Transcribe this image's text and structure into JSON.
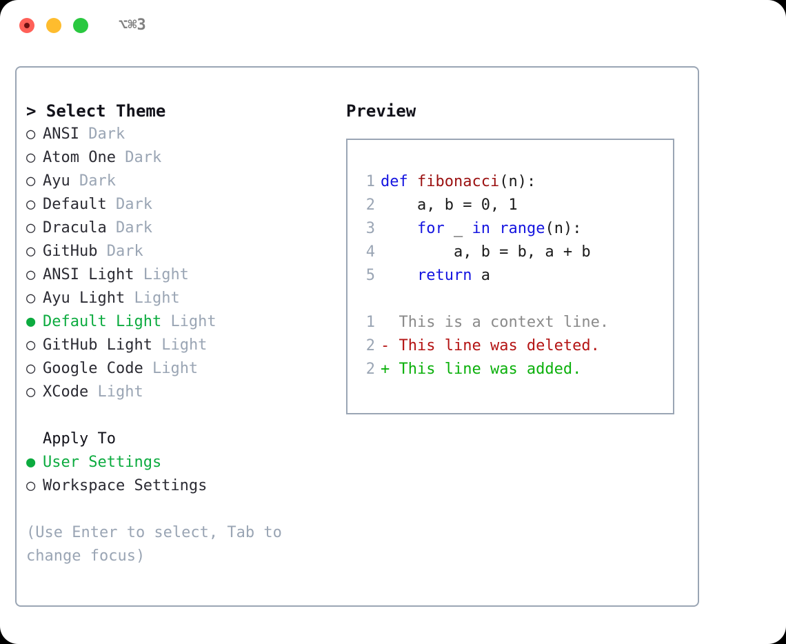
{
  "titlebar": {
    "shortcut": "⌥⌘3",
    "lights": [
      {
        "name": "close",
        "color": "#ff6058"
      },
      {
        "name": "minimize",
        "color": "#febc2e"
      },
      {
        "name": "maximize",
        "color": "#2ac840"
      }
    ]
  },
  "theme_panel": {
    "header_caret": ">",
    "header": "Select Theme",
    "marker_selected": "●",
    "marker_unselected": "○",
    "items": [
      {
        "label": "ANSI",
        "suffix": "Dark",
        "selected": false
      },
      {
        "label": "Atom One",
        "suffix": "Dark",
        "selected": false
      },
      {
        "label": "Ayu",
        "suffix": "Dark",
        "selected": false
      },
      {
        "label": "Default",
        "suffix": "Dark",
        "selected": false
      },
      {
        "label": "Dracula",
        "suffix": "Dark",
        "selected": false
      },
      {
        "label": "GitHub",
        "suffix": "Dark",
        "selected": false
      },
      {
        "label": "ANSI Light",
        "suffix": "Light",
        "selected": false
      },
      {
        "label": "Ayu Light",
        "suffix": "Light",
        "selected": false
      },
      {
        "label": "Default Light",
        "suffix": "Light",
        "selected": true
      },
      {
        "label": "GitHub Light",
        "suffix": "Light",
        "selected": false
      },
      {
        "label": "Google Code",
        "suffix": "Light",
        "selected": false
      },
      {
        "label": "XCode",
        "suffix": "Light",
        "selected": false
      }
    ]
  },
  "apply_to": {
    "header": "Apply To",
    "items": [
      {
        "label": "User Settings",
        "selected": true
      },
      {
        "label": "Workspace Settings",
        "selected": false
      }
    ]
  },
  "hint": "(Use Enter to select, Tab to change focus)",
  "preview": {
    "title": "Preview",
    "code_lines": [
      {
        "lineno": "1",
        "tokens": [
          {
            "text": "def ",
            "type": "kw"
          },
          {
            "text": "fibonacci",
            "type": "fn"
          },
          {
            "text": "(n):",
            "type": "plain"
          }
        ]
      },
      {
        "lineno": "2",
        "tokens": [
          {
            "text": "    a, b = 0, 1",
            "type": "plain"
          }
        ]
      },
      {
        "lineno": "3",
        "tokens": [
          {
            "text": "    ",
            "type": "plain"
          },
          {
            "text": "for",
            "type": "kw"
          },
          {
            "text": " _ ",
            "type": "plain"
          },
          {
            "text": "in",
            "type": "kw"
          },
          {
            "text": " ",
            "type": "plain"
          },
          {
            "text": "range",
            "type": "kw"
          },
          {
            "text": "(n):",
            "type": "plain"
          }
        ]
      },
      {
        "lineno": "4",
        "tokens": [
          {
            "text": "        a, b = b, a + b",
            "type": "plain"
          }
        ]
      },
      {
        "lineno": "5",
        "tokens": [
          {
            "text": "    ",
            "type": "plain"
          },
          {
            "text": "return",
            "type": "kw"
          },
          {
            "text": " a",
            "type": "plain"
          }
        ]
      }
    ],
    "diff_lines": [
      {
        "lineno": "1",
        "sign": " ",
        "text": "This is a context line.",
        "type": "context"
      },
      {
        "lineno": "2",
        "sign": "-",
        "text": "This line was deleted.",
        "type": "deleted"
      },
      {
        "lineno": "2",
        "sign": "+",
        "text": "This line was added.",
        "type": "added"
      }
    ]
  },
  "colors": {
    "accent_green": "#0cab3f",
    "muted": "#9aa5b4",
    "keyword_blue": "#1414e0",
    "function_red": "#9b1111",
    "diff_delete": "#b41414",
    "diff_add": "#0bb00b",
    "border": "#9aa5b4"
  }
}
